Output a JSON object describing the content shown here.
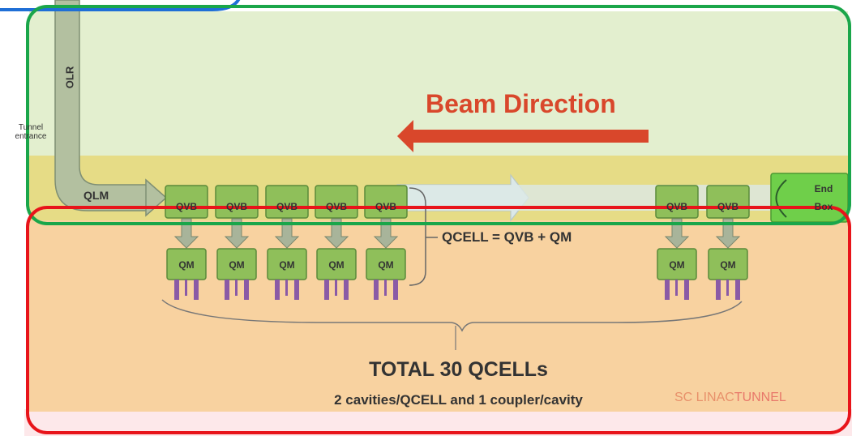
{
  "labels": {
    "tunnel_entrance": "Tunnel entrance",
    "olr": "OLR",
    "olm": "QLM",
    "beam_direction": "Beam Direction",
    "qcell_equation": "QCELL = QVB + QM",
    "total": "TOTAL 30 QCELLs",
    "subtitle": "2 cavities/QCELL and 1 coupler/cavity",
    "sc_linac": "SC LINAC",
    "tunnel": "TUNNEL",
    "end_box": "End",
    "end_box_2": "Box"
  },
  "qvb_label": "QVB",
  "qm_label": "QM",
  "colors": {
    "blue_outline": "#1f6fd6",
    "green_outline": "#1aa64a",
    "red_outline": "#e8141a",
    "beam_arrow": "#d9472b",
    "box_fill": "#8fbf5a",
    "cavity": "#8a5aa6"
  }
}
